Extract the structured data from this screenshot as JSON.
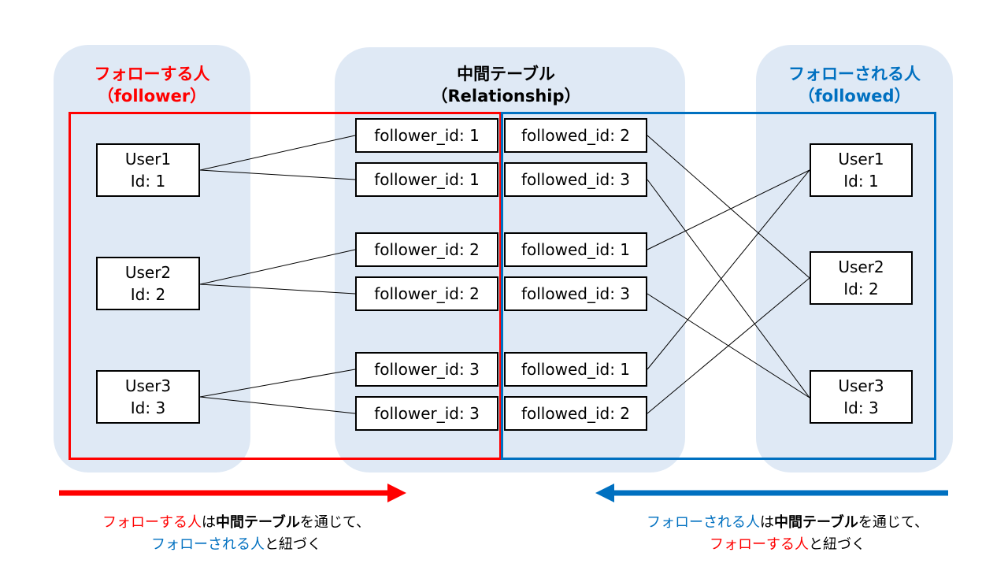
{
  "colors": {
    "red": "#ff0000",
    "blue": "#0070c0",
    "panel": "#dfe9f5"
  },
  "left_panel": {
    "title_line1": "フォローする人",
    "title_line2": "（follower）"
  },
  "mid_panel": {
    "title_line1": "中間テーブル",
    "title_line2": "（Relationship）"
  },
  "right_panel": {
    "title_line1": "フォローされる人",
    "title_line2": "（followed）"
  },
  "users_left": [
    {
      "name": "User1",
      "id": "Id: 1"
    },
    {
      "name": "User2",
      "id": "Id: 2"
    },
    {
      "name": "User3",
      "id": "Id: 3"
    }
  ],
  "users_right": [
    {
      "name": "User1",
      "id": "Id: 1"
    },
    {
      "name": "User2",
      "id": "Id: 2"
    },
    {
      "name": "User3",
      "id": "Id: 3"
    }
  ],
  "relationships": [
    {
      "follower": "follower_id: 1",
      "followed": "followed_id: 2"
    },
    {
      "follower": "follower_id: 1",
      "followed": "followed_id: 3"
    },
    {
      "follower": "follower_id: 2",
      "followed": "followed_id: 1"
    },
    {
      "follower": "follower_id: 2",
      "followed": "followed_id: 3"
    },
    {
      "follower": "follower_id: 3",
      "followed": "followed_id: 1"
    },
    {
      "follower": "follower_id: 3",
      "followed": "followed_id: 2"
    }
  ],
  "caption_left": {
    "p1": "フォローする人",
    "p2": "は",
    "p3": "中間テーブル",
    "p4": "を通じて、",
    "p5": "フォローされる人",
    "p6": "と紐づく"
  },
  "caption_right": {
    "p1": "フォローされる人",
    "p2": "は",
    "p3": "中間テーブル",
    "p4": "を通じて、",
    "p5": "フォローする人",
    "p6": "と紐づく"
  }
}
